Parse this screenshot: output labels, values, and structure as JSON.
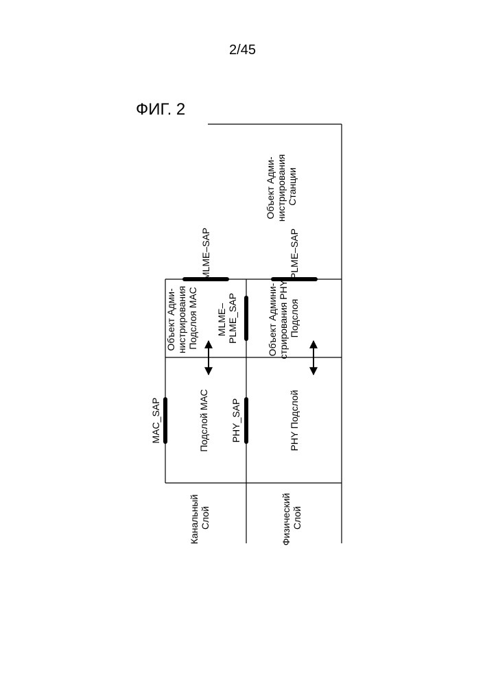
{
  "page": {
    "number": "2/45",
    "figure_title": "ФИГ. 2"
  },
  "diagram": {
    "station_mgmt": [
      "Объект Адми-",
      "нистрирования",
      "Станции"
    ],
    "mlme_sap": "MLME–SAP",
    "plme_sap": "PLME–SAP",
    "mac_mgmt": [
      "Объект Адми-",
      "нистрирования",
      "Подслоя МАС"
    ],
    "mlme_plme_sap": [
      "MLME–",
      "PLME_SAP"
    ],
    "phy_mgmt": [
      "Объект Админи-",
      "стрирования PHY",
      "Подслоя"
    ],
    "mac_sap": "MAC_SAP",
    "mac_sublayer": "Подслой МАС",
    "phy_sap": "PHY_SAP",
    "phy_sublayer": "PHY Подслой",
    "data_link_layer": [
      "Канальный",
      "Слой"
    ],
    "physical_layer": [
      "Физический",
      "Слой"
    ]
  }
}
